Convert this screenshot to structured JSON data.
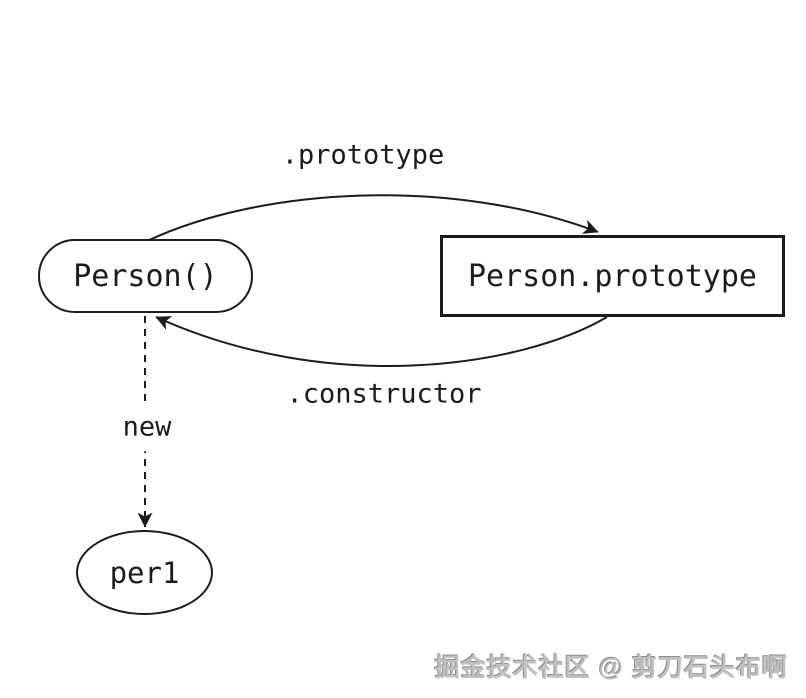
{
  "nodes": {
    "person": {
      "label": "Person()",
      "shape": "stadium"
    },
    "person_prototype": {
      "label": "Person.prototype",
      "shape": "rectangle"
    },
    "per1": {
      "label": "per1",
      "shape": "ellipse"
    }
  },
  "edge_labels": {
    "prototype": ".prototype",
    "constructor": ".constructor",
    "new": "new"
  },
  "colors": {
    "ink": "#1b1b1b",
    "background": "#ffffff",
    "watermark": "#c0c0c0"
  },
  "watermark": "掘金技术社区 @ 剪刀石头布啊"
}
